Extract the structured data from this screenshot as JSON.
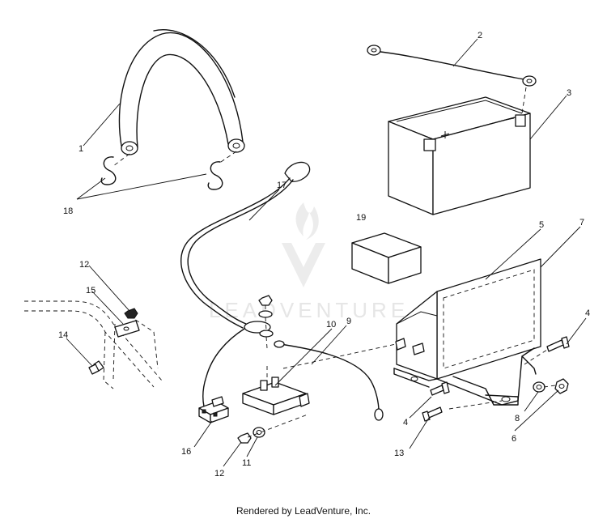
{
  "diagram": {
    "callouts": [
      "1",
      "2",
      "3",
      "4",
      "4",
      "5",
      "6",
      "7",
      "8",
      "9",
      "10",
      "11",
      "12",
      "12",
      "13",
      "14",
      "15",
      "16",
      "17",
      "18",
      "19"
    ],
    "watermark": "LEADVENTURE",
    "credit": "Rendered by LeadVenture, Inc."
  }
}
